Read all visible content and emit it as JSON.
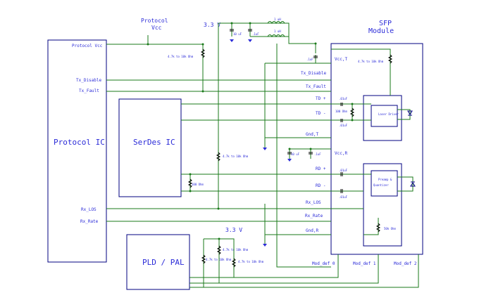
{
  "blocks": {
    "protocol_ic": "Protocol IC",
    "serdes_ic": "SerDes IC",
    "pld_pal": "PLD / PAL",
    "sfp_line1": "SFP",
    "sfp_line2": "Module",
    "laser_driver": "Laser Driver",
    "preamp_line1": "Preamp &",
    "preamp_line2": "Quantizer"
  },
  "rails": {
    "protocol_vcc_line1": "Protocol",
    "protocol_vcc_line2": "Vcc",
    "v33_top": "3.3 V",
    "v33_bottom": "3.3 V"
  },
  "protocol_pins": {
    "vcc": "Protocol Vcc",
    "tx_disable": "Tx_Disable",
    "tx_fault": "Tx_Fault",
    "rx_los": "Rx_LOS",
    "rx_rate": "Rx_Rate"
  },
  "sfp_pins": {
    "vcc_t": "Vcc,T",
    "tx_disable": "Tx_Disable",
    "tx_fault": "Tx_Fault",
    "td_plus": "TD +",
    "td_minus": "TD -",
    "gnd_t": "Gnd,T",
    "vcc_r": "Vcc,R",
    "rd_plus": "RD +",
    "rd_minus": "RD -",
    "rx_los": "Rx_LOS",
    "rx_rate": "Rx_Rate",
    "gnd_r": "Gnd,R",
    "mod_def0": "Mod_def 0",
    "mod_def1": "Mod_def 1",
    "mod_def2": "Mod_def 2"
  },
  "components": {
    "r_pullup_1": "4.7k to 10k Ohm",
    "r_pullup_2": "4.7k to 10k Ohm",
    "r_pullup_3": "4.7k to 10k Ohm",
    "r_pullup_4": "4.7k to 10k Ohm",
    "r_pullup_5": "4.7k to 10k Ohm",
    "r_pullup_6": "4.7k to 10k Ohm",
    "r_100_td": "100 Ohm",
    "r_100_rd": "100 Ohm",
    "r_50": "50k Ohm",
    "cap_td_plus": ".01uF",
    "cap_td_minus": ".01uF",
    "cap_rd_plus": ".01uF",
    "cap_rd_minus": ".01uF",
    "cap_10uf_1": "10 uF",
    "cap_01uf_1": ".1uF",
    "cap_10uf_2": "10 uF",
    "cap_01uf_2": ".1uF",
    "cap_01uf_3": ".1uF",
    "inductor_1": "1 uH",
    "inductor_2": "1 uH"
  }
}
